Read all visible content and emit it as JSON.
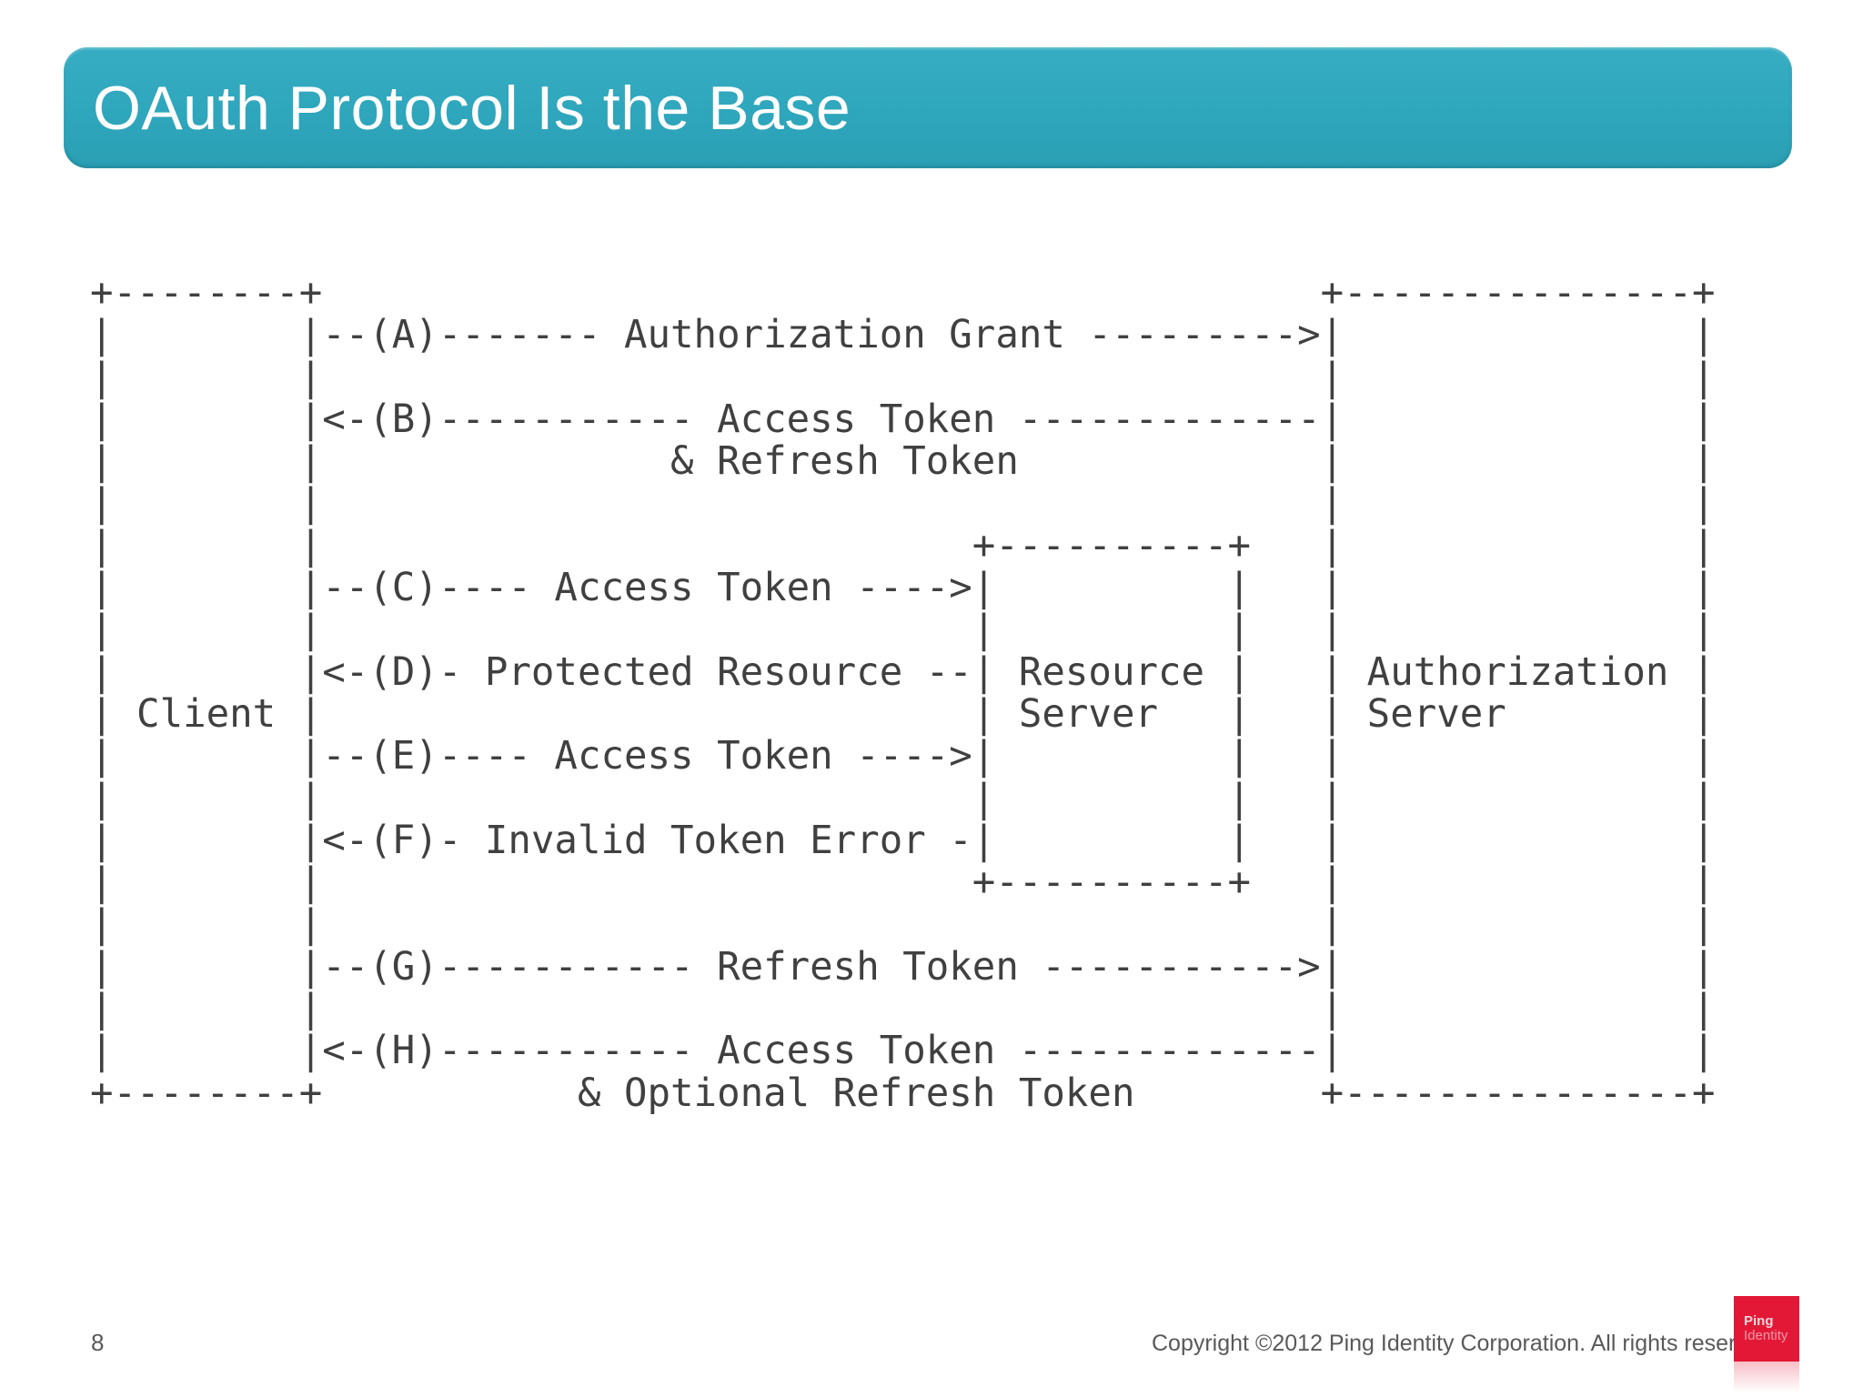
{
  "slide": {
    "title": "OAuth Protocol Is the Base"
  },
  "diagram": {
    "ascii_lines": [
      "+--------+                                           +---------------+",
      "|        |--(A)------- Authorization Grant --------->|               |",
      "|        |                                           |               |",
      "|        |<-(B)----------- Access Token -------------|               |",
      "|        |               & Refresh Token             |               |",
      "|        |                                           |               |",
      "|        |                            +----------+   |               |",
      "|        |--(C)---- Access Token ---->|          |   |               |",
      "|        |                            |          |   |               |",
      "|        |<-(D)- Protected Resource --| Resource |   | Authorization |",
      "| Client |                            | Server   |   | Server        |",
      "|        |--(E)---- Access Token ---->|          |   |               |",
      "|        |                            |          |   |               |",
      "|        |<-(F)- Invalid Token Error -|          |   |               |",
      "|        |                            +----------+   |               |",
      "|        |                                           |               |",
      "|        |--(G)----------- Refresh Token ----------->|               |",
      "|        |                                           |               |",
      "|        |<-(H)----------- Access Token -------------|               |",
      "+--------+           & Optional Refresh Token        +---------------+"
    ],
    "entities": [
      "Client",
      "Resource Server",
      "Authorization Server"
    ],
    "steps": [
      {
        "id": "A",
        "label": "Authorization Grant",
        "from": "Client",
        "to": "Authorization Server"
      },
      {
        "id": "B",
        "label": "Access Token & Refresh Token",
        "from": "Authorization Server",
        "to": "Client"
      },
      {
        "id": "C",
        "label": "Access Token",
        "from": "Client",
        "to": "Resource Server"
      },
      {
        "id": "D",
        "label": "Protected Resource",
        "from": "Resource Server",
        "to": "Client"
      },
      {
        "id": "E",
        "label": "Access Token",
        "from": "Client",
        "to": "Resource Server"
      },
      {
        "id": "F",
        "label": "Invalid Token Error",
        "from": "Resource Server",
        "to": "Client"
      },
      {
        "id": "G",
        "label": "Refresh Token",
        "from": "Client",
        "to": "Authorization Server"
      },
      {
        "id": "H",
        "label": "Access Token & Optional Refresh Token",
        "from": "Authorization Server",
        "to": "Client"
      }
    ]
  },
  "footer": {
    "page_number": "8",
    "copyright": "Copyright ©2012 Ping Identity Corporation. All rights reserved."
  },
  "logo": {
    "line1": "Ping",
    "line2": "Identity"
  },
  "colors": {
    "banner_teal": "#2ea6bc",
    "diagram_text": "#404040",
    "footer_text": "#595959",
    "logo_red": "#e31837"
  }
}
